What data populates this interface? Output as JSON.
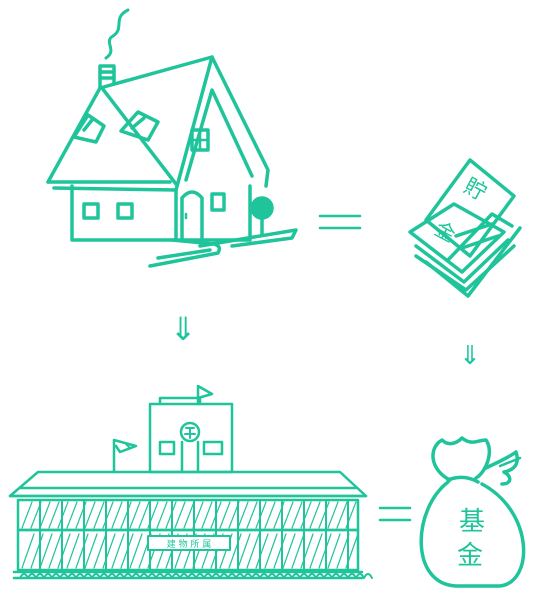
{
  "colors": {
    "ink": "#1fc49b",
    "background": "#ffffff"
  },
  "labels": {
    "savings_char_1": "貯",
    "savings_char_2": "金",
    "fund_char_1": "基",
    "fund_char_2": "金",
    "building_sign": "建 物 所 属"
  },
  "symbols": {
    "equals": "=",
    "arrow_down": "⇓"
  },
  "icons": [
    "house",
    "tree",
    "money-stack",
    "school-building",
    "flag",
    "money-bag"
  ]
}
